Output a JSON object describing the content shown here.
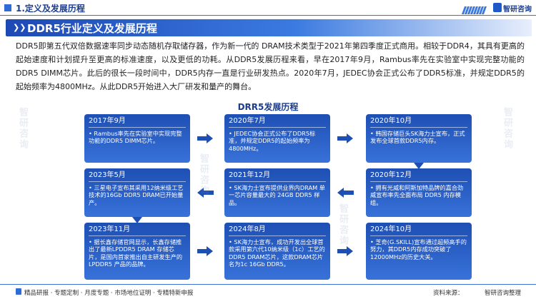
{
  "header": {
    "section_title": "1.定义及发展历程",
    "logo_text": "智研咨询"
  },
  "title_bar": {
    "title": "DDR5行业定义及发展历程"
  },
  "paragraph": "DDR5即第五代双倍数据速率同步动态随机存取储存器，作为新一代的 DRAM技术类型于2021年第四季度正式商用。相较于DDR4，其具有更高的起始速度和计划提升至更高的标准速度，以及更低的功耗。从DDR5发展历程来看，早在2017年9月，Rambus率先在实验室中实现完整功能的DDR5 DIMM芯片。此后的很长一段时间中，DDR5内存一直是行业研发热点。2020年7月，JEDEC协会正式公布了DDR5标准，并规定DDR5的起始频率为4800MHz。从此DDR5开始进入大厂研发和量产的舞台。",
  "diagram": {
    "title": "DRR5发展历程",
    "milestones": [
      {
        "date": "2017年9月",
        "text": "• Rambus率先在实验室中实现完整功能的DDR5 DIMM芯片。"
      },
      {
        "date": "2020年7月",
        "text": "• JEDEC协会正式公布了DDR5标准，并规定DDR5的起始频率为4800MHz。"
      },
      {
        "date": "2020年10月",
        "text": "• 韩国存储巨头SK海力士宣布，正式发布全球首款DDR5内存。"
      },
      {
        "date": "2020年12月",
        "text": "• 拥有光威和阿斯加特品牌的嘉合劲威宣布率先全面布局 DDR5 内存模组。"
      },
      {
        "date": "2021年12月",
        "text": "• SK海力士宣布提供业界内DRAM 单一芯片容量最大的 24GB DDR5 样品。"
      },
      {
        "date": "2023年5月",
        "text": "• 三星电子宣布其采用12纳米级工艺技术的16Gb DDR5 DRAM已开始量产。"
      },
      {
        "date": "2023年11月",
        "text": "• 据长鑫存储官网显示，长鑫存储推出了最新LPDDR5 DRAM 存储芯片，是国内首家推出自主研发生产的 LPDDR5 产品的品牌。"
      },
      {
        "date": "2024年8月",
        "text": "• SK海力士宣布，成功开发出全球首款采用第六代10纳米级（1c）工艺的DDR5 DRAM芯片，这款DRAM芯片名为1c 16Gb DDR5。"
      },
      {
        "date": "2024年10月",
        "text": "• 芝奇(G.SKILL)宣布通过超频高手的努力，其DDR5内存成功突破了12000MHz的历史大关。"
      }
    ]
  },
  "footer": {
    "links": "精品研报 · 专题定制 · 月度专题 · 市场地位证明 · 专精特新申报",
    "source_label": "资料来源：",
    "source_brand": "智研咨询整理"
  },
  "watermark": "智研咨询",
  "colors": {
    "brand_blue": "#1e4fb4",
    "accent_blue": "#3b7ae0",
    "header_text": "#1c3d8c"
  }
}
